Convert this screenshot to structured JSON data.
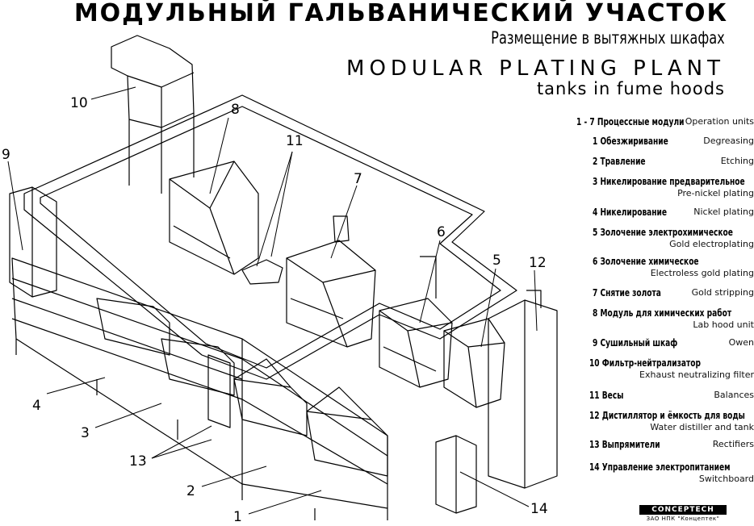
{
  "header": {
    "title_ru": "МОДУЛЬНЫЙ ГАЛЬВАНИЧЕСКИЙ УЧАСТОК",
    "subtitle_ru": "Размещение в вытяжных шкафах",
    "title_en": "MODULAR PLATING PLANT",
    "subtitle_en": "tanks in fume hoods"
  },
  "legend": [
    {
      "ru": "1 - 7 Процессные модули",
      "en": "Operation units"
    },
    {
      "ru": "1 Обезжиривание",
      "en": "Degreasing"
    },
    {
      "ru": "2 Травление",
      "en": "Etching"
    },
    {
      "ru": "3 Никелирование предварительное",
      "en": "Pre-nickel plating"
    },
    {
      "ru": "4 Никелирование",
      "en": "Nickel plating"
    },
    {
      "ru": "5 Золочение электрохимическое",
      "en": "Gold electroplating"
    },
    {
      "ru": "6 Золочение химическое",
      "en": "Electroless gold plating"
    },
    {
      "ru": "7 Снятие золота",
      "en": "Gold stripping"
    },
    {
      "ru": "8 Модуль для химических работ",
      "en": "Lab hood unit"
    },
    {
      "ru": "9 Сушильный шкаф",
      "en": "Owen"
    },
    {
      "ru": "10 Фильтр-нейтрализатор",
      "en": "Exhaust neutralizing filter"
    },
    {
      "ru": "11 Весы",
      "en": "Balances"
    },
    {
      "ru": "12 Дистиллятор и ёмкость для воды",
      "en": "Water distiller and tank"
    },
    {
      "ru": "13 Выпрямители",
      "en": "Rectifiers"
    },
    {
      "ru": "14 Управление электропитанием",
      "en": "Switchboard"
    }
  ],
  "callouts": {
    "c1": "1",
    "c2": "2",
    "c3": "3",
    "c4": "4",
    "c5": "5",
    "c6": "6",
    "c7": "7",
    "c8": "8",
    "c9": "9",
    "c10": "10",
    "c11": "11",
    "c12": "12",
    "c13": "13",
    "c14": "14"
  },
  "logo": {
    "name": "CONCEPTECH",
    "sub": "ЗАО НПК \"Концептек\""
  }
}
